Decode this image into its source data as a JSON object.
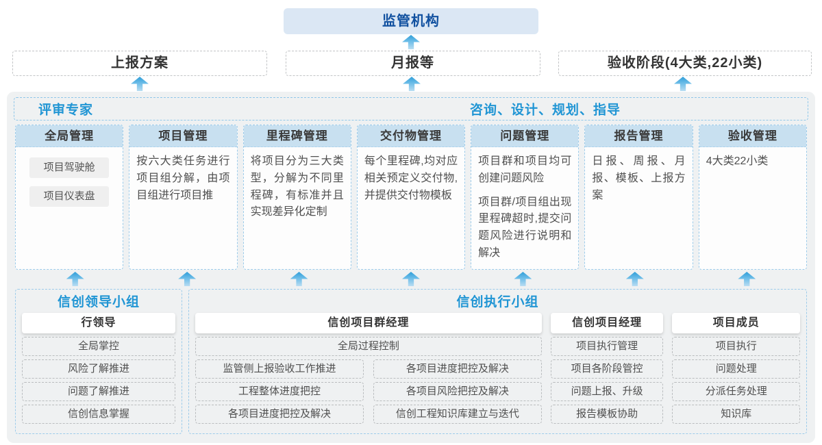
{
  "top": {
    "regulator": "监管机构"
  },
  "row2": [
    {
      "label": "上报方案"
    },
    {
      "label": "月报等"
    },
    {
      "label": "验收阶段(4大类,22小类)"
    }
  ],
  "expert_bar": {
    "left": "评审专家",
    "right": "咨询、设计、规划、指导"
  },
  "columns": [
    {
      "title": "全局管理",
      "buttons": [
        "项目驾驶舱",
        "项目仪表盘"
      ]
    },
    {
      "title": "项目管理",
      "text": "按六大类任务进行项目组分解，由项目组进行项目推"
    },
    {
      "title": "里程碑管理",
      "text": "将项目分为三大类型，分解为不同里程碑，有标准并且实现差异化定制"
    },
    {
      "title": "交付物管理",
      "text": "每个里程碑,均对应相关预定义交付物,并提供交付物模板"
    },
    {
      "title": "问题管理",
      "text": "项目群和项目均可创建问题风险",
      "text2": "项目群/项目组出现里程碑超时,提交问题风险进行说明和解决"
    },
    {
      "title": "报告管理",
      "text": "日报、周报、月报、模板、上报方案"
    },
    {
      "title": "验收管理",
      "text": "4大类22小类"
    }
  ],
  "groups": {
    "lead": {
      "title": "信创领导小组",
      "role": "行领导",
      "items": [
        "全局掌控",
        "风险了解推进",
        "问题了解推进",
        "信创信息掌握"
      ]
    },
    "exec": {
      "title": "信创执行小组",
      "pgm": {
        "role": "信创项目群经理",
        "full_item": "全局过程控制",
        "left_items": [
          "监管侧上报验收工作推进",
          "工程整体进度把控",
          "各项目进度把控及解决"
        ],
        "right_items": [
          "各项目进度把控及解决",
          "各项目风险把控及解决",
          "信创工程知识库建立与迭代"
        ]
      },
      "pm": {
        "role": "信创项目经理",
        "items": [
          "项目执行管理",
          "项目各阶段管控",
          "问题上报、升级",
          "报告模板协助"
        ]
      },
      "member": {
        "role": "项目成员",
        "items": [
          "项目执行",
          "问题处理",
          "分派任务处理",
          "知识库"
        ]
      }
    }
  },
  "colors": {
    "accent_blue_text": "#2095d4",
    "dark_blue_text": "#10509f",
    "regulator_bg": "#dbe7f4",
    "column_header_bg": "#c8e0f0",
    "blue_dashed_border": "#9ccbea",
    "gray_dashed_border": "#c2c4c6",
    "container_bg": "#eff1f2",
    "arrow_gradient_top": "#2f9ed8",
    "arrow_gradient_bottom": "#b9ddf2"
  }
}
